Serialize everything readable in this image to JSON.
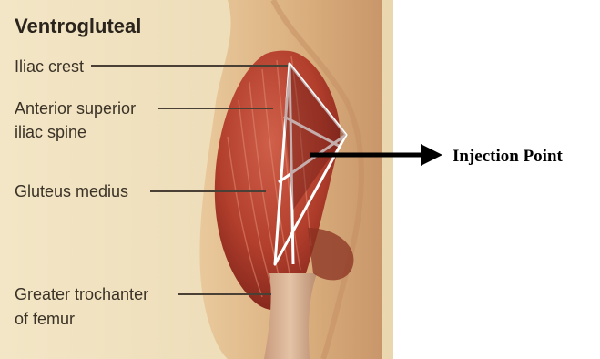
{
  "diagram": {
    "title": "Ventrogluteal",
    "labels": {
      "iliac_crest": "Iliac crest",
      "asis_line1": "Anterior superior",
      "asis_line2": "iliac spine",
      "gluteus_medius": "Gluteus medius",
      "trochanter_line1": "Greater trochanter",
      "trochanter_line2": "of femur",
      "injection_point": "Injection Point"
    },
    "colors": {
      "background_panel": "#f1e3c0",
      "skin": "#e2bd8e",
      "muscle": "#b8402e",
      "muscle_dark": "#7a1f17",
      "bone": "#d9b79a",
      "leader_line": "#4a4036",
      "arrow": "#000000"
    }
  }
}
